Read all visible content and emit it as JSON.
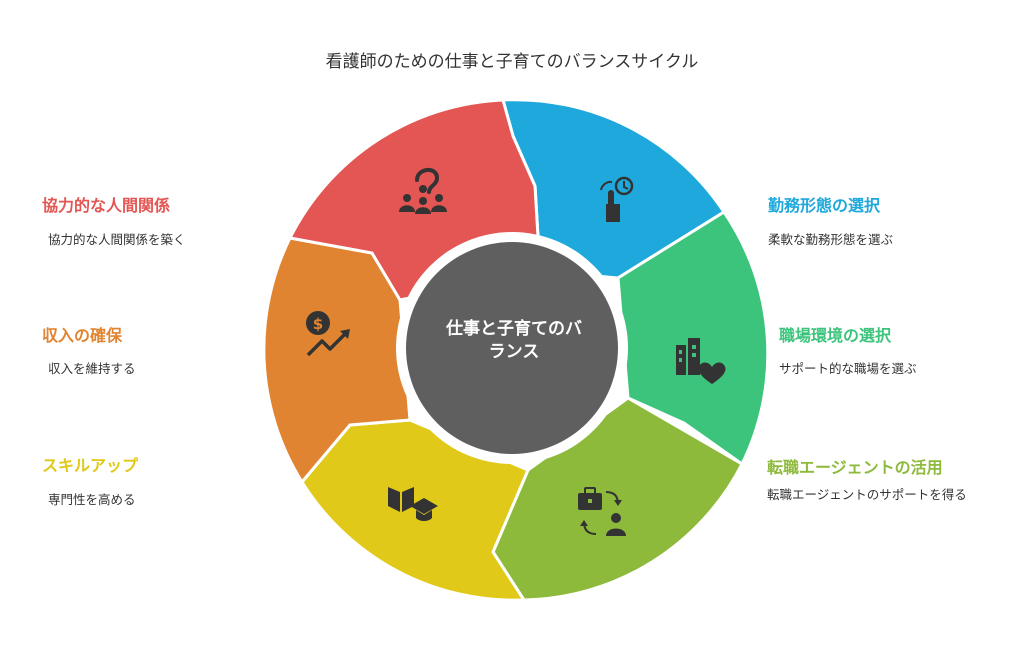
{
  "title": "看護師のための仕事と子育てのバランスサイクル",
  "center": {
    "line1": "仕事と子育てのバ",
    "line2": "ランス"
  },
  "segments": [
    {
      "id": "work-style",
      "label": "勤務形態の選択",
      "description": "柔軟な勤務形態を選ぶ",
      "color": "#1FA8DC",
      "icon": "touch-clock-icon"
    },
    {
      "id": "workplace",
      "label": "職場環境の選択",
      "description": "サポート的な職場を選ぶ",
      "color": "#3CC47C",
      "icon": "building-heart-icon"
    },
    {
      "id": "agent",
      "label": "転職エージェントの活用",
      "description": "転職エージェントのサポートを得る",
      "color": "#8DBA3B",
      "icon": "briefcase-person-exchange-icon"
    },
    {
      "id": "skill-up",
      "label": "スキルアップ",
      "description": "専門性を高める",
      "color": "#E0C918",
      "icon": "graduation-cap-book-icon"
    },
    {
      "id": "income",
      "label": "収入の確保",
      "description": "収入を維持する",
      "color": "#E08431",
      "icon": "money-growth-icon"
    },
    {
      "id": "relations",
      "label": "協力的な人間関係",
      "description": "協力的な人間関係を築く",
      "color": "#E35653",
      "icon": "team-question-icon"
    }
  ]
}
